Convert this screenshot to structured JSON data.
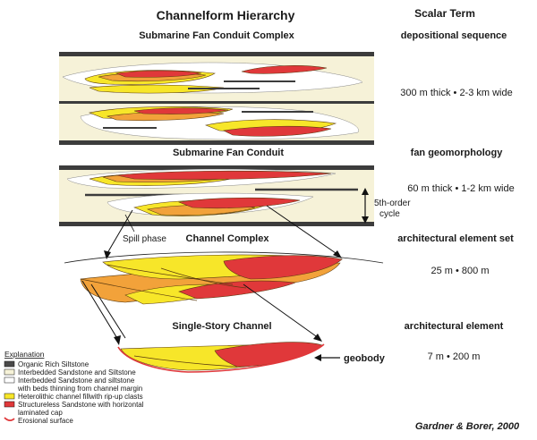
{
  "title": "Channelform Hierarchy",
  "scalar_header": "Scalar Term",
  "levels": [
    {
      "name": "Submarine Fan Conduit Complex",
      "term": "depositional sequence",
      "dims": "300 m thick • 2-3 km wide"
    },
    {
      "name": "Submarine Fan Conduit",
      "term": "fan geomorphology",
      "dims": "60 m thick • 1-2 km wide"
    },
    {
      "name": "Channel Complex",
      "term": "architectural element set",
      "dims": "25 m • 800 m"
    },
    {
      "name": "Single-Story Channel",
      "term": "architectural element",
      "dims": "7 m • 200 m"
    }
  ],
  "annotations": {
    "cycle_line1": "5th-order",
    "cycle_line2": "cycle",
    "spill_phase": "Spill phase",
    "geobody": "geobody"
  },
  "explanation": {
    "title": "Explanation",
    "items": [
      {
        "label": "Organic Rich Siltstone",
        "color": "#4a4a4a"
      },
      {
        "label": "Interbedded Sandstone and Siltstone",
        "color": "#f6f2d8"
      },
      {
        "label": "Interbedded Sandstone and siltstone",
        "label2": "with beds thinning from channel margin",
        "color": "#ffffff"
      },
      {
        "label": "Heterolithic channel fillwith rip-up clasts",
        "color": "#f7e629"
      },
      {
        "label": "Structureless Sandstone with horizontal",
        "label2": "laminated cap",
        "color": "#e0383a"
      },
      {
        "label": "Erosional surface",
        "color": "#e0383a"
      }
    ]
  },
  "credit": "Gardner & Borer, 2000",
  "colors": {
    "dark_bed": "#3c3c3c",
    "tan": "#f6f2d8",
    "yellow": "#f7e629",
    "orange": "#f2a23a",
    "red": "#e0383a"
  }
}
